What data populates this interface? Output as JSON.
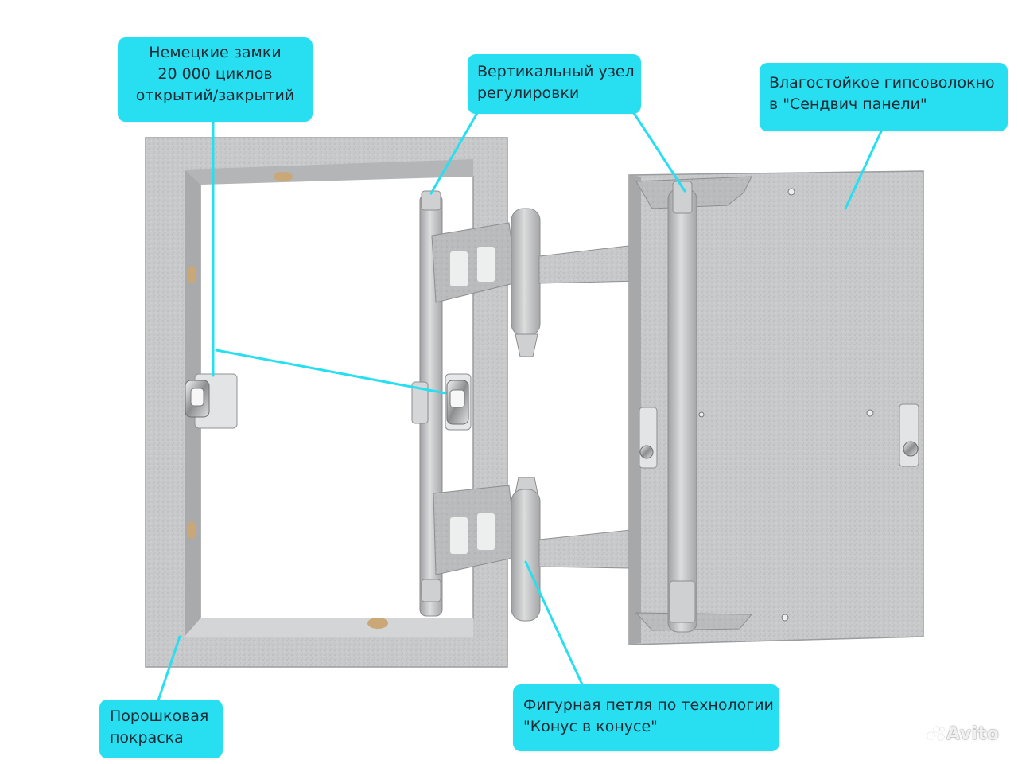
{
  "callouts": {
    "locks": {
      "lines": [
        "Немецкие замки",
        "20 000 циклов",
        "открытий/закрытий"
      ]
    },
    "vertical_adjustment": {
      "lines": [
        "Вертикальный узел",
        "регулировки"
      ]
    },
    "gypsum_fiber": {
      "lines": [
        "Влагостойкое гипсоволокно",
        "в \"Сендвич панели\""
      ]
    },
    "powder_coating": {
      "lines": [
        "Порошковая",
        "покраска"
      ]
    },
    "hinge": {
      "lines": [
        "Фигурная петля по технологии",
        "\"Конус в конусе\""
      ]
    }
  },
  "watermark": "Avito",
  "colors": {
    "callout_fill": "#27dff0",
    "leader_line": "#27dff0",
    "metal": "#c9cacb",
    "text": "#1e2a36"
  }
}
